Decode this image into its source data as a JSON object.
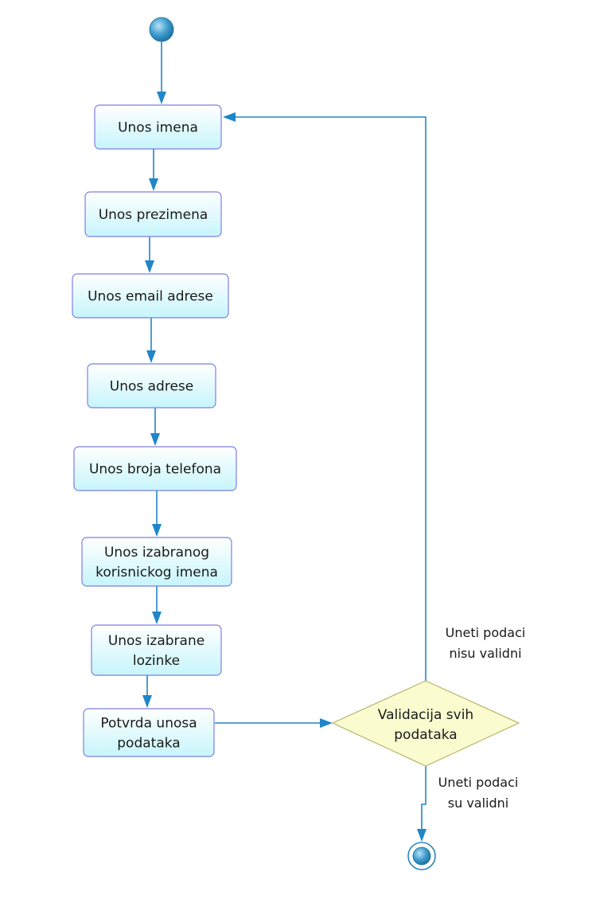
{
  "diagram": {
    "type": "activity-diagram",
    "activities": [
      {
        "id": "a1",
        "lines": [
          "Unos imena"
        ]
      },
      {
        "id": "a2",
        "lines": [
          "Unos prezimena"
        ]
      },
      {
        "id": "a3",
        "lines": [
          "Unos email adrese"
        ]
      },
      {
        "id": "a4",
        "lines": [
          "Unos adrese"
        ]
      },
      {
        "id": "a5",
        "lines": [
          "Unos broja telefona"
        ]
      },
      {
        "id": "a6",
        "lines": [
          "Unos izabranog",
          "korisnickog imena"
        ]
      },
      {
        "id": "a7",
        "lines": [
          "Unos izabrane",
          "lozinke"
        ]
      },
      {
        "id": "a8",
        "lines": [
          "Potvrda unosa",
          "podataka"
        ]
      }
    ],
    "decision": {
      "id": "d1",
      "lines": [
        "Validacija svih",
        "podataka"
      ]
    },
    "guards": {
      "invalid": [
        "Uneti podaci",
        "nisu validni"
      ],
      "valid": [
        "Uneti podaci",
        "su validni"
      ]
    },
    "colors": {
      "activity_fill_top": "#ffffff",
      "activity_fill_bottom": "#c6f5fb",
      "activity_stroke": "#7e7ee6",
      "decision_fill": "#fbfbd0",
      "decision_stroke": "#b4b46a",
      "edge": "#1f86c8",
      "start_node": "#2a86b8"
    }
  }
}
